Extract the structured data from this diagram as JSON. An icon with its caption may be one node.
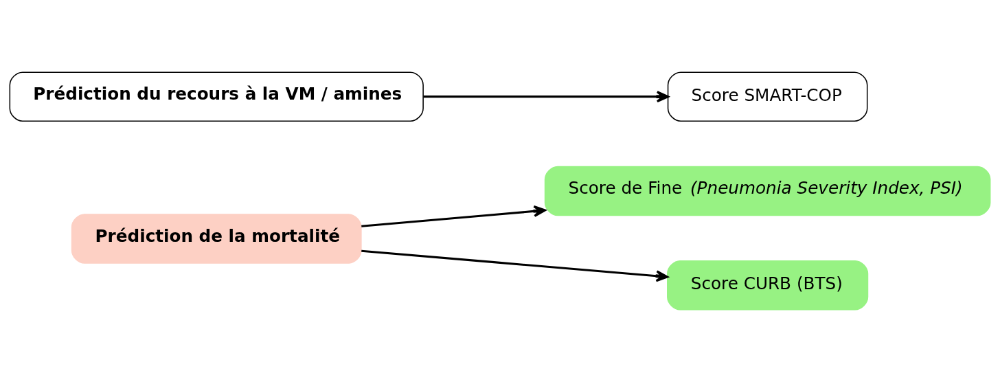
{
  "diagram": {
    "nodes": [
      {
        "text": [
          "Prédiction de la mortalité"
        ]
      },
      {
        "text": [
          "Score de Fine *(Pneumonia Severity Index, PSI)*"
        ]
      },
      {
        "text": [
          "Score CURB (BTS)"
        ]
      },
      {
        "text": [
          "Prédiction du recours à la VM / amines"
        ]
      },
      {
        "text": [
          "Score SMART-COP"
        ]
      }
    ],
    "edges": [
      {
        "from": 0,
        "to": 1,
        "arrow": "to"
      },
      {
        "from": 0,
        "to": 2,
        "arrow": "to"
      },
      {
        "from": 3,
        "to": 4,
        "arrow": "to"
      }
    ]
  }
}
